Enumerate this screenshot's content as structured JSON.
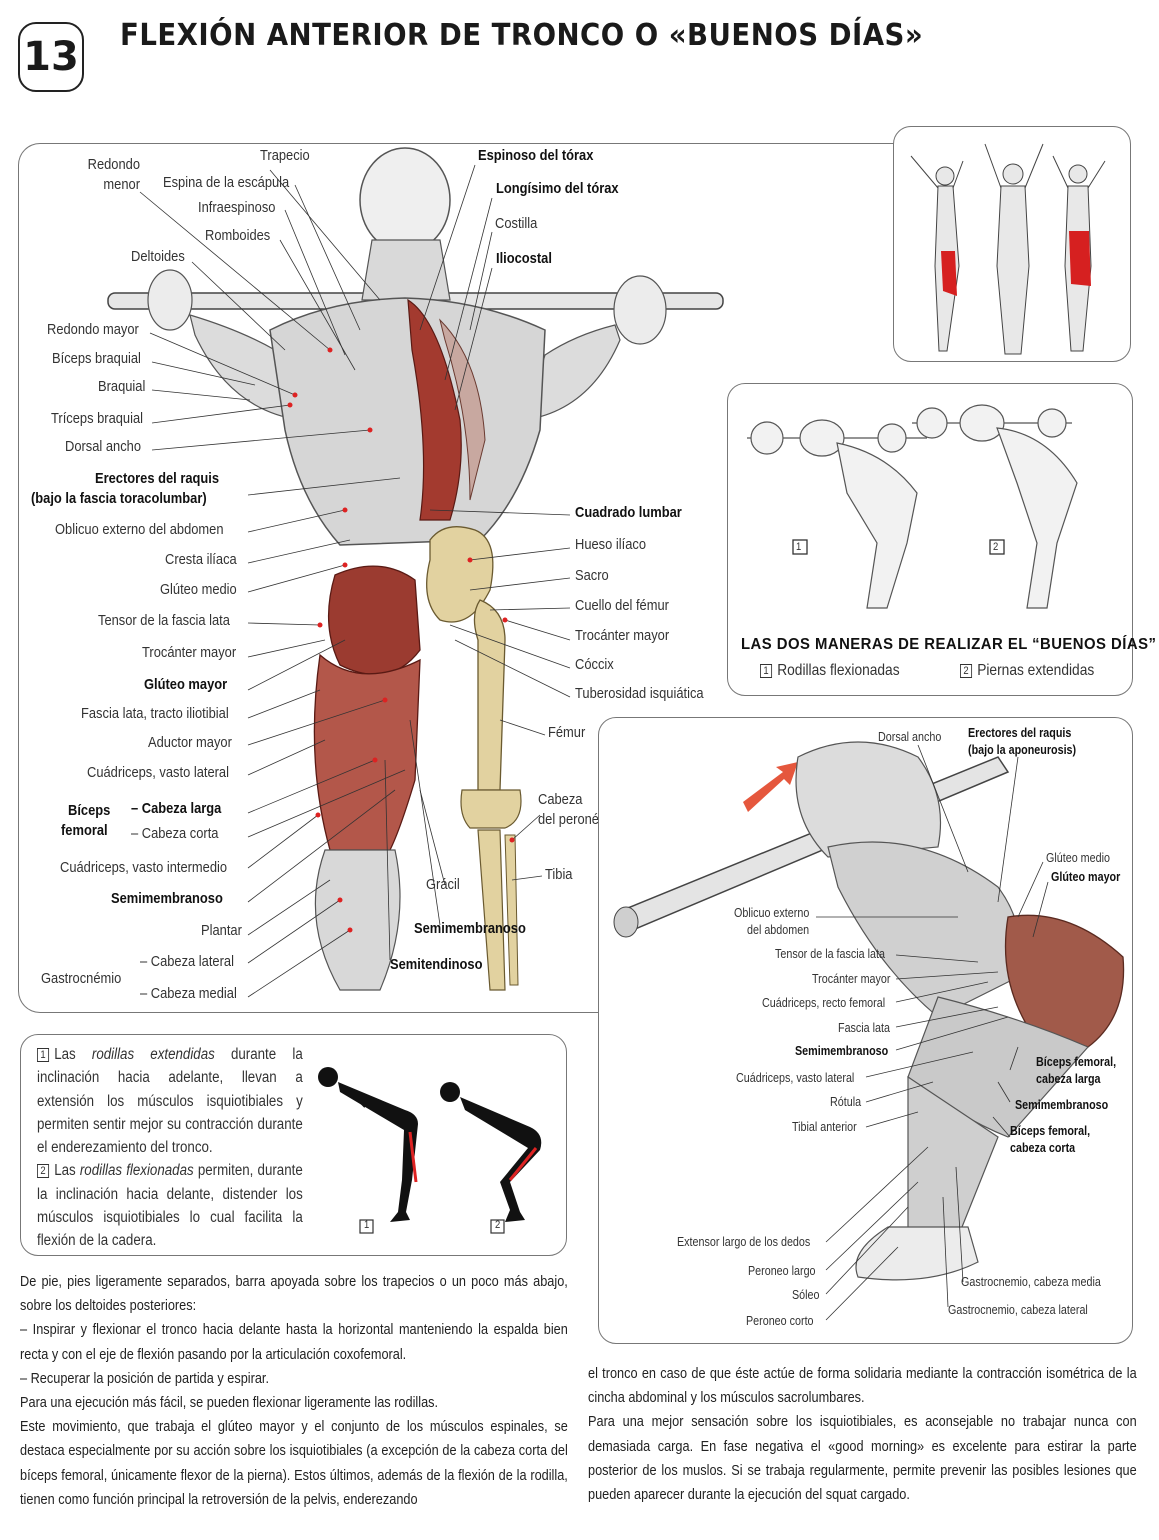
{
  "header": {
    "number": "13",
    "title": "FLEXIÓN ANTERIOR DE TRONCO O «BUENOS DÍAS»"
  },
  "back_labels": {
    "redondo_menor": "Redondo menor",
    "trapecio": "Trapecio",
    "espina_escapula": "Espina de la escápula",
    "infraespinoso": "Infraespinoso",
    "romboides": "Romboides",
    "deltoides": "Deltoides",
    "redondo_mayor": "Redondo mayor",
    "biceps_braquial": "Bíceps braquial",
    "braquial": "Braquial",
    "triceps_braquial": "Tríceps braquial",
    "dorsal_ancho": "Dorsal ancho",
    "erectores_1": "Erectores del raquis",
    "erectores_2": "(bajo la fascia toracolumbar)",
    "oblicuo_externo": "Oblicuo externo del abdomen",
    "cresta_iliaca": "Cresta ilíaca",
    "gluteo_medio": "Glúteo medio",
    "tensor_fascia": "Tensor de la fascia lata",
    "trocanter_mayor_l": "Trocánter mayor",
    "gluteo_mayor": "Glúteo mayor",
    "fascia_lata": "Fascia lata, tracto iliotibial",
    "aductor_mayor": "Aductor mayor",
    "cuadriceps_lateral": "Cuádriceps, vasto lateral",
    "biceps_femoral_1": "Bíceps",
    "biceps_femoral_2": "femoral",
    "cabeza_larga": "– Cabeza larga",
    "cabeza_corta": "– Cabeza corta",
    "cuadriceps_intermedio": "Cuádriceps, vasto intermedio",
    "semimembranoso_l": "Semimembranoso",
    "plantar": "Plantar",
    "gastrocnemio": "Gastrocnémio",
    "cabeza_lateral": "– Cabeza lateral",
    "cabeza_medial": "– Cabeza medial",
    "espinoso_torax": "Espinoso del tórax",
    "longisimo_torax": "Longísimo del tórax",
    "costilla": "Costilla",
    "iliocostal": "Iliocostal",
    "cuadrado_lumbar": "Cuadrado lumbar",
    "hueso_iliaco": "Hueso ilíaco",
    "sacro": "Sacro",
    "cuello_femur": "Cuello del fémur",
    "trocanter_mayor_r": "Trocánter mayor",
    "coccix": "Cóccix",
    "tuberosidad": "Tuberosidad isquiática",
    "femur": "Fémur",
    "cabeza_perone_1": "Cabeza",
    "cabeza_perone_2": "del peroné",
    "tibia": "Tibia",
    "gracil": "Grácil",
    "semimembranoso_c": "Semimembranoso",
    "semitendinoso": "Semitendinoso"
  },
  "ways": {
    "title": "LAS DOS MANERAS DE REALIZAR EL “BUENOS DÍAS”",
    "n1": "1",
    "n2": "2",
    "opt1": "Rodillas flexionadas",
    "opt2": "Piernas extendidas"
  },
  "side_labels": {
    "dorsal_ancho": "Dorsal ancho",
    "erectores_1": "Erectores del raquis",
    "erectores_2": "(bajo la aponeurosis)",
    "gluteo_medio": "Glúteo medio",
    "gluteo_mayor": "Glúteo mayor",
    "oblicuo_1": "Oblicuo externo",
    "oblicuo_2": "del abdomen",
    "tensor": "Tensor de la fascia lata",
    "trocanter": "Trocánter mayor",
    "cuadriceps_recto": "Cuádriceps, recto femoral",
    "fascia_lata": "Fascia lata",
    "semimembranoso_a": "Semimembranoso",
    "biceps_larga_1": "Bíceps femoral,",
    "biceps_larga_2": "cabeza larga",
    "cuadriceps_lateral": "Cuádriceps, vasto lateral",
    "rotula": "Rótula",
    "semimembranoso_b": "Semimembranoso",
    "tibial_anterior": "Tibial anterior",
    "biceps_corta_1": "Bíceps femoral,",
    "biceps_corta_2": "cabeza corta",
    "extensor": "Extensor largo de los dedos",
    "peroneo_largo": "Peroneo largo",
    "soleo": "Sóleo",
    "peroneo_corto": "Peroneo corto",
    "gastro_media": "Gastrocnemio, cabeza media",
    "gastro_lateral": "Gastrocnemio, cabeza lateral"
  },
  "note": {
    "n1": "1",
    "p1_a": "Las ",
    "p1_b": "rodillas extendidas",
    "p1_c": " durante la inclinación hacia adelante, llevan a extensión los músculos isquiotibiales y permiten sentir mejor su contracción durante el enderezamiento del tronco.",
    "n2": "2",
    "p2_a": "Las ",
    "p2_b": "rodillas flexionadas",
    "p2_c": " permiten, durante la inclinación hacia delante, distender los músculos isquiotibiales lo cual facilita la flexión de la cadera.",
    "fig1": "1",
    "fig2": "2"
  },
  "text": {
    "p1": "De pie, pies ligeramente separados, barra apoyada sobre los trapecios o un poco más abajo, sobre los deltoides posteriores:",
    "p2": "– Inspirar y flexionar el tronco hacia delante hasta la horizontal manteniendo la espalda bien recta y con el eje de flexión pasando por la articulación coxofemoral.",
    "p3": "– Recuperar la posición de partida y espirar.",
    "p4": "Para una ejecución más fácil, se pueden flexionar ligeramente las rodillas.",
    "p5": "Este movimiento, que trabaja el glúteo mayor y el conjunto de los músculos espinales, se destaca especialmente por su acción sobre los isquiotibiales (a excepción de la cabeza corta del bíceps femoral, únicamente flexor de la pierna). Estos últimos, además de la flexión de la rodilla, tienen como función principal la retroversión de la pelvis, enderezando",
    "p6": "el tronco en caso de que éste actúe de forma solidaria mediante la contracción isométrica de la cincha abdominal y los músculos sacrolumbares.",
    "p7": "Para una mejor sensación sobre los isquiotibiales, es aconsejable no trabajar nunca con demasiada carga. En fase negativa el «good morning» es excelente para estirar la parte posterior de los muslos. Si se trabaja regularmente, permite prevenir las posibles lesiones que pueden aparecer durante la ejecución del squat cargado."
  }
}
